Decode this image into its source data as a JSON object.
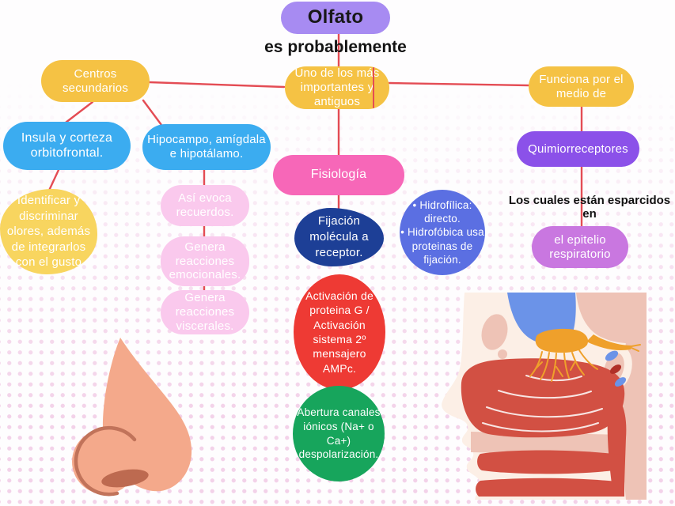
{
  "title": {
    "main": "Olfato",
    "subtitle": "es probablemente"
  },
  "colors": {
    "connector": "#e44c54",
    "yellow_node": "#f5c244",
    "light_yellow_node": "#f8d55f",
    "blue_node": "#3bacf0",
    "hot_pink_node": "#f767b8",
    "purple_node": "#8b51e9",
    "orchid_node": "#c977e0",
    "light_pink_node": "#fac9ed",
    "navy_node": "#1d3f96",
    "blue_circle": "#5b6fe2",
    "red_circle": "#ee3a34",
    "green_circle": "#17a55c",
    "title_node": "#a78bf2"
  },
  "nodes": {
    "centros": {
      "label": "Centros secundarios"
    },
    "uno": {
      "label": "Uno de los más importantes y antiguos"
    },
    "funciona": {
      "label": "Funciona por el medio de"
    },
    "insula": {
      "label": "Insula y corteza orbitofrontal."
    },
    "hipocampo": {
      "label": "Hipocampo, amígdala e hipotálamo."
    },
    "fisiologia": {
      "label": "Fisiología"
    },
    "quimiorreceptores": {
      "label": "Quimiorreceptores"
    },
    "los_cuales": {
      "label": "Los cuales están esparcidos en"
    },
    "epitelio": {
      "label": "el epitelio respiratorio"
    },
    "identificar": {
      "label": "Identificar y discriminar olores, además de integrarlos con el gusto"
    },
    "asi_evoca": {
      "label": "Así evoca recuerdos."
    },
    "genera_emocionales": {
      "label": "Genera reacciones emocionales."
    },
    "genera_viscerales": {
      "label": "Genera reacciones viscerales."
    },
    "fijacion": {
      "label": "Fijación molécula a receptor."
    },
    "hidrofilica": {
      "line1": "• Hidrofílica: directo.",
      "line2": "• Hidrofóbica usa proteinas de fijación."
    },
    "activacion": {
      "label": "Activación de proteina G / Activación sistema 2º mensajero AMPc."
    },
    "abertura": {
      "label": "Abertura canales iónicos (Na+ o Ca+) despolarización."
    }
  },
  "illustrations": {
    "nose": "nose-side-view",
    "head": "nasal-cavity-cross-section-with-olfactory-bulb"
  }
}
